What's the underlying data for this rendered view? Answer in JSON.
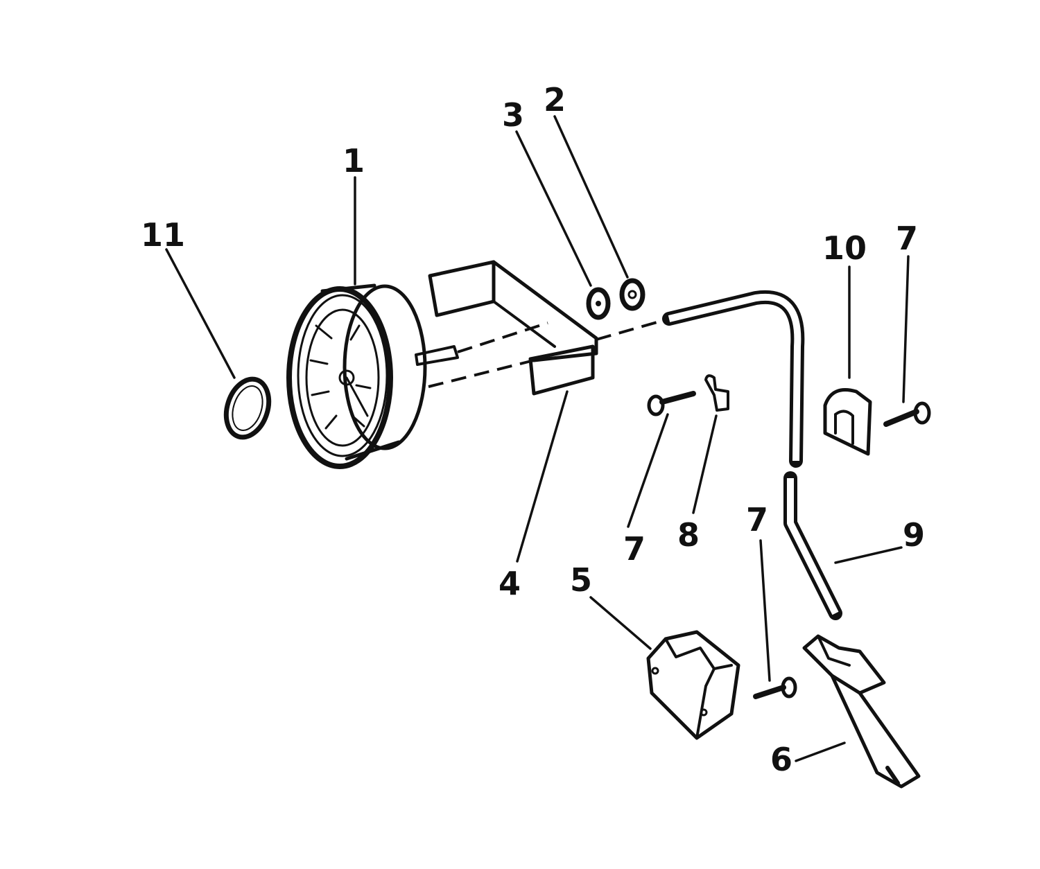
{
  "colors": {
    "ink": "#111111",
    "background": "#ffffff"
  },
  "labels": {
    "p1": "1",
    "p2": "2",
    "p3": "3",
    "p4": "4",
    "p5": "5",
    "p6": "6",
    "p7a": "7",
    "p7b": "7",
    "p7c": "7",
    "p8": "8",
    "p9": "9",
    "p10": "10",
    "p11": "11"
  }
}
